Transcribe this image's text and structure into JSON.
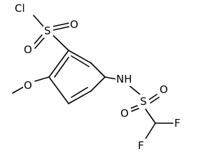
{
  "molecule": {
    "atoms": {
      "cl": "Cl",
      "s_top": "S",
      "o_top_right": "O",
      "o_top_left": "O",
      "o_methoxy": "O",
      "nh": "NH",
      "s_bottom": "S",
      "o_bottom_right": "O",
      "o_bottom_left": "O",
      "f_right": "F",
      "f_bottom": "F"
    }
  },
  "colors": {
    "bond": "#000000",
    "text": "#000000",
    "background": "#ffffff"
  }
}
